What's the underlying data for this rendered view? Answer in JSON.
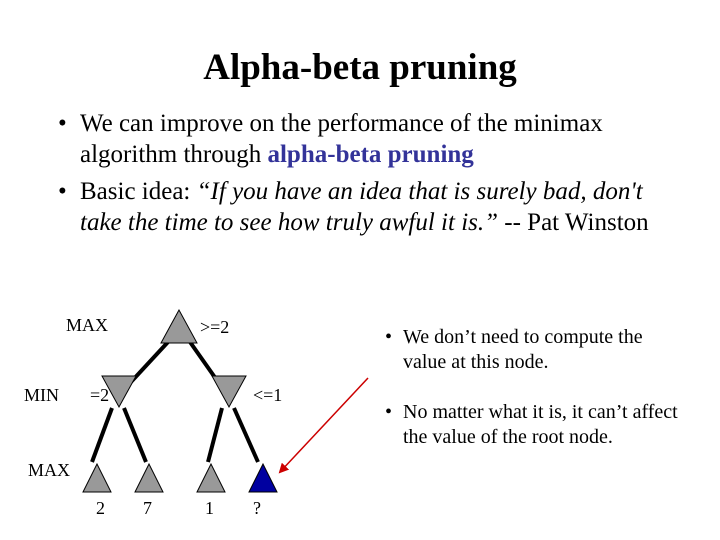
{
  "slide": {
    "title": "Alpha-beta pruning",
    "bullets": [
      {
        "pre": "We can improve on the performance of the minimax algorithm through ",
        "highlight": "alpha-beta pruning"
      },
      {
        "pre": "Basic idea: ",
        "quote": "“If you have an idea that is surely bad, don't take the time to see how truly awful it is.”",
        "post": " -- Pat Winston"
      }
    ],
    "colors": {
      "highlight": "#333399",
      "pruned_node": "#0000a0",
      "arrow": "#cc0000",
      "node": "#999999"
    }
  },
  "tree": {
    "level_labels": {
      "max_top": "MAX",
      "min": "MIN",
      "max_bottom": "MAX"
    },
    "root_value": ">=2",
    "min_values": [
      "=2",
      "<=1"
    ],
    "leaf_values": [
      "2",
      "7",
      "1",
      "?"
    ]
  },
  "side_notes": [
    "We don’t need to compute the value at this node.",
    "No matter what it is, it can’t affect the value of the root node."
  ]
}
